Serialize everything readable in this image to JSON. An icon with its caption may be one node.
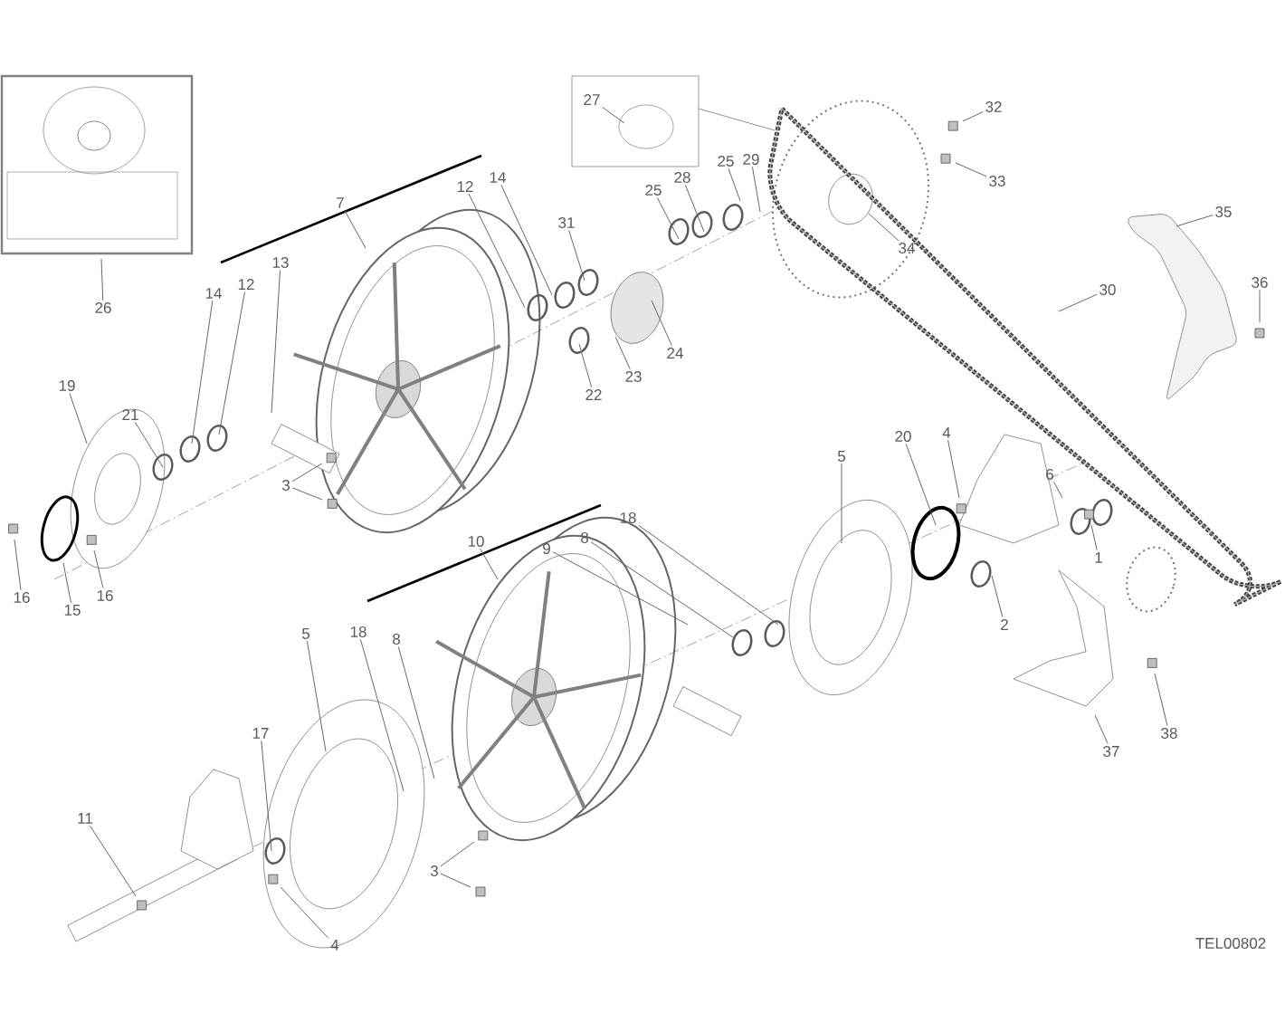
{
  "diagram": {
    "nodes": [
      {
        "text": [
          "26"
        ]
      },
      {
        "text": [
          "27"
        ]
      },
      {
        "text": [
          "32"
        ]
      },
      {
        "text": [
          "33"
        ]
      },
      {
        "text": [
          "7"
        ]
      },
      {
        "text": [
          "12"
        ]
      },
      {
        "text": [
          "14"
        ]
      },
      {
        "text": [
          "31"
        ]
      },
      {
        "text": [
          "25"
        ]
      },
      {
        "text": [
          "28"
        ]
      },
      {
        "text": [
          "25"
        ]
      },
      {
        "text": [
          "29"
        ]
      },
      {
        "text": [
          "34"
        ]
      },
      {
        "text": [
          "35"
        ]
      },
      {
        "text": [
          "13"
        ]
      },
      {
        "text": [
          "14"
        ]
      },
      {
        "text": [
          "12"
        ]
      },
      {
        "text": [
          "30"
        ]
      },
      {
        "text": [
          "36"
        ]
      },
      {
        "text": [
          "22"
        ]
      },
      {
        "text": [
          "23"
        ]
      },
      {
        "text": [
          "24"
        ]
      },
      {
        "text": [
          "19"
        ]
      },
      {
        "text": [
          "21"
        ]
      },
      {
        "text": [
          "3"
        ]
      },
      {
        "text": [
          "20"
        ]
      },
      {
        "text": [
          "4"
        ]
      },
      {
        "text": [
          "5"
        ]
      },
      {
        "text": [
          "6"
        ]
      },
      {
        "text": [
          "1"
        ]
      },
      {
        "text": [
          "16"
        ]
      },
      {
        "text": [
          "15"
        ]
      },
      {
        "text": [
          "16"
        ]
      },
      {
        "text": [
          "10"
        ]
      },
      {
        "text": [
          "9"
        ]
      },
      {
        "text": [
          "8"
        ]
      },
      {
        "text": [
          "18"
        ]
      },
      {
        "text": [
          "2"
        ]
      },
      {
        "text": [
          "5"
        ]
      },
      {
        "text": [
          "18"
        ]
      },
      {
        "text": [
          "8"
        ]
      },
      {
        "text": [
          "17"
        ]
      },
      {
        "text": [
          "11"
        ]
      },
      {
        "text": [
          "3"
        ]
      },
      {
        "text": [
          "4"
        ]
      },
      {
        "text": [
          "37"
        ]
      },
      {
        "text": [
          "38"
        ]
      }
    ],
    "edges": [
      {
        "from": 0,
        "to": null,
        "arrow": "none"
      },
      {
        "from": 1,
        "to": null,
        "arrow": "none"
      },
      {
        "from": 2,
        "to": null,
        "arrow": "none"
      },
      {
        "from": 3,
        "to": null,
        "arrow": "none"
      },
      {
        "from": 4,
        "to": null,
        "arrow": "none"
      },
      {
        "from": 5,
        "to": null,
        "arrow": "none"
      },
      {
        "from": 6,
        "to": null,
        "arrow": "none"
      },
      {
        "from": 7,
        "to": null,
        "arrow": "none"
      },
      {
        "from": 8,
        "to": null,
        "arrow": "none"
      },
      {
        "from": 9,
        "to": null,
        "arrow": "none"
      },
      {
        "from": 10,
        "to": null,
        "arrow": "none"
      },
      {
        "from": 11,
        "to": null,
        "arrow": "none"
      },
      {
        "from": 12,
        "to": null,
        "arrow": "none"
      },
      {
        "from": 13,
        "to": null,
        "arrow": "none"
      },
      {
        "from": 14,
        "to": null,
        "arrow": "none"
      },
      {
        "from": 15,
        "to": null,
        "arrow": "none"
      },
      {
        "from": 16,
        "to": null,
        "arrow": "none"
      },
      {
        "from": 17,
        "to": null,
        "arrow": "none"
      },
      {
        "from": 18,
        "to": null,
        "arrow": "none"
      },
      {
        "from": 19,
        "to": null,
        "arrow": "none"
      },
      {
        "from": 20,
        "to": null,
        "arrow": "none"
      },
      {
        "from": 21,
        "to": null,
        "arrow": "none"
      },
      {
        "from": 22,
        "to": null,
        "arrow": "none"
      },
      {
        "from": 23,
        "to": null,
        "arrow": "none"
      },
      {
        "from": 24,
        "to": null,
        "arrow": "none"
      },
      {
        "from": 24,
        "to": null,
        "arrow": "none"
      },
      {
        "from": 25,
        "to": null,
        "arrow": "none"
      },
      {
        "from": 26,
        "to": null,
        "arrow": "none"
      },
      {
        "from": 27,
        "to": null,
        "arrow": "none"
      },
      {
        "from": 28,
        "to": null,
        "arrow": "none"
      },
      {
        "from": 29,
        "to": null,
        "arrow": "none"
      },
      {
        "from": 30,
        "to": null,
        "arrow": "none"
      },
      {
        "from": 31,
        "to": null,
        "arrow": "none"
      },
      {
        "from": 32,
        "to": null,
        "arrow": "none"
      },
      {
        "from": 33,
        "to": null,
        "arrow": "none"
      },
      {
        "from": 34,
        "to": null,
        "arrow": "none"
      },
      {
        "from": 35,
        "to": null,
        "arrow": "none"
      },
      {
        "from": 36,
        "to": null,
        "arrow": "none"
      },
      {
        "from": 37,
        "to": null,
        "arrow": "none"
      },
      {
        "from": 38,
        "to": null,
        "arrow": "none"
      },
      {
        "from": 39,
        "to": null,
        "arrow": "none"
      },
      {
        "from": 40,
        "to": null,
        "arrow": "none"
      },
      {
        "from": 41,
        "to": null,
        "arrow": "none"
      },
      {
        "from": 42,
        "to": null,
        "arrow": "none"
      },
      {
        "from": 43,
        "to": null,
        "arrow": "none"
      },
      {
        "from": 43,
        "to": null,
        "arrow": "none"
      },
      {
        "from": 44,
        "to": null,
        "arrow": "none"
      },
      {
        "from": 45,
        "to": null,
        "arrow": "none"
      },
      {
        "from": 46,
        "to": null,
        "arrow": "none"
      }
    ],
    "labels": [
      "TEL00802"
    ]
  }
}
